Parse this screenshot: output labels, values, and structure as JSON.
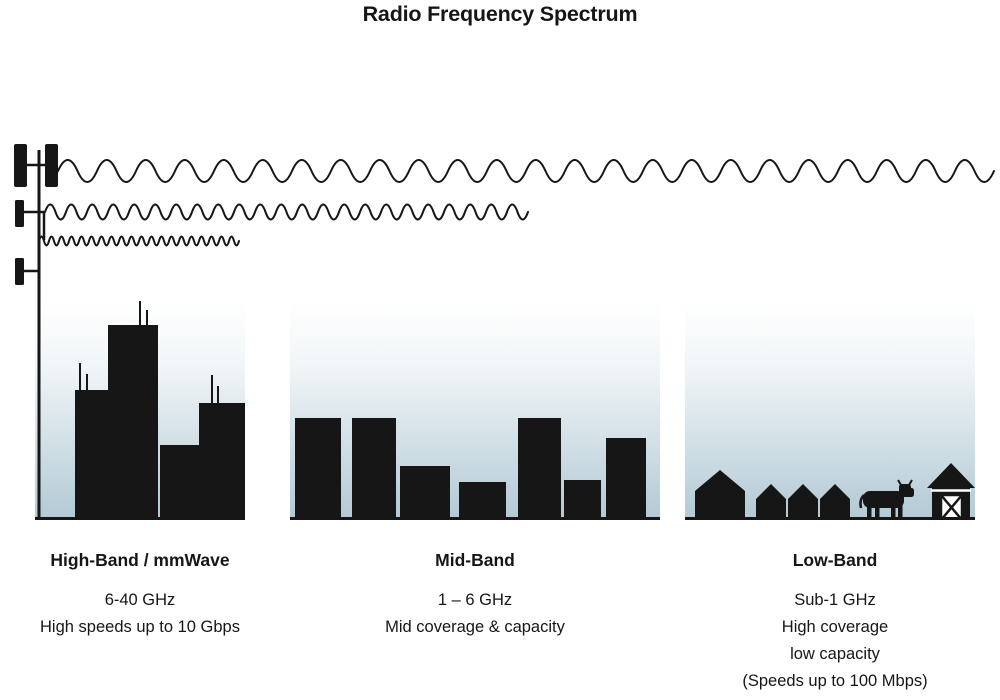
{
  "title": "Radio Frequency Spectrum",
  "colors": {
    "ink": "#161616",
    "sky": "#b2c9d4"
  },
  "bands": [
    {
      "id": "high-band",
      "name": "High-Band / mmWave",
      "frequency": "6-40 GHz",
      "details": [
        "High speeds up to 10 Gbps"
      ]
    },
    {
      "id": "mid-band",
      "name": "Mid-Band",
      "frequency": "1 – 6 GHz",
      "details": [
        "Mid coverage & capacity"
      ]
    },
    {
      "id": "low-band",
      "name": "Low-Band",
      "frequency": "Sub-1 GHz",
      "details": [
        "High coverage",
        "low capacity",
        "(Speeds up to 100 Mbps)"
      ]
    }
  ],
  "scene": {
    "tower": "cell-tower",
    "waves": [
      {
        "band": "low-band",
        "wavelength": "long",
        "reach": "full width"
      },
      {
        "band": "mid-band",
        "wavelength": "medium",
        "reach": "partial"
      },
      {
        "band": "high-band",
        "wavelength": "short",
        "reach": "short"
      }
    ],
    "scenes": [
      "city-skyline",
      "midrise-buildings",
      "rural-houses-cow-barn"
    ]
  }
}
